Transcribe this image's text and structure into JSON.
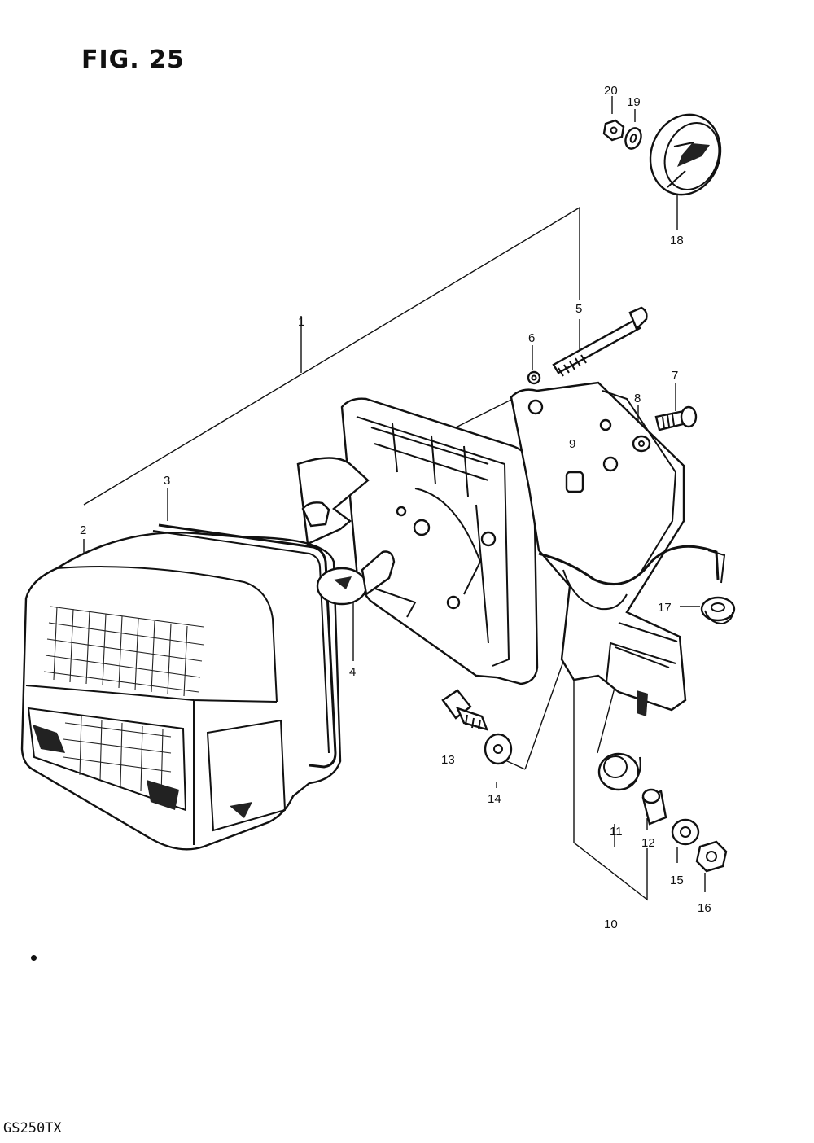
{
  "figure": {
    "title": "FIG. 25",
    "model_code": "GS250TX"
  },
  "parts": [
    {
      "id": "part-1",
      "label": "1"
    },
    {
      "id": "part-2",
      "label": "2"
    },
    {
      "id": "part-3",
      "label": "3"
    },
    {
      "id": "part-4",
      "label": "4"
    },
    {
      "id": "part-5",
      "label": "5"
    },
    {
      "id": "part-6",
      "label": "6"
    },
    {
      "id": "part-7",
      "label": "7"
    },
    {
      "id": "part-8",
      "label": "8"
    },
    {
      "id": "part-9",
      "label": "9"
    },
    {
      "id": "part-10",
      "label": "10"
    },
    {
      "id": "part-11",
      "label": "11"
    },
    {
      "id": "part-12",
      "label": "12"
    },
    {
      "id": "part-13",
      "label": "13"
    },
    {
      "id": "part-14",
      "label": "14"
    },
    {
      "id": "part-15",
      "label": "15"
    },
    {
      "id": "part-16",
      "label": "16"
    },
    {
      "id": "part-17",
      "label": "17"
    },
    {
      "id": "part-18",
      "label": "18"
    },
    {
      "id": "part-19",
      "label": "19"
    },
    {
      "id": "part-20",
      "label": "20"
    }
  ]
}
